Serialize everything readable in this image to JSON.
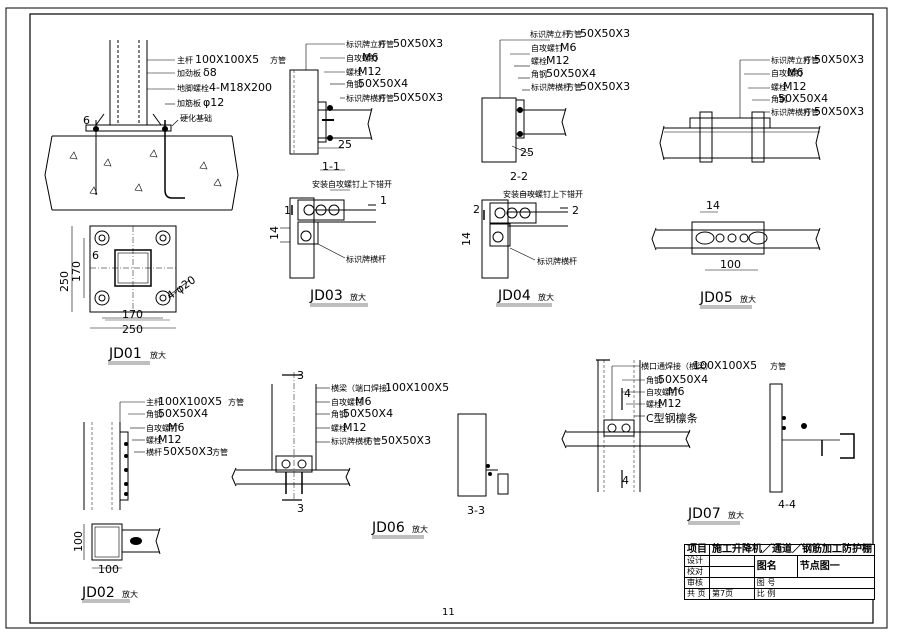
{
  "sheet": {
    "page_number": "11"
  },
  "details": {
    "jd01": {
      "title": "JD01",
      "suffix": "放大",
      "labels": {
        "main_tube": "主杆",
        "main_tube_size": "100X100X5",
        "main_tube_unit": "方管",
        "rib": "加劲板",
        "rib_size": "δ8",
        "anchor": "地脚螺栓",
        "anchor_size": "4-M18X200",
        "bar": "加筋板",
        "bar_size": "φ12",
        "foundation": "硬化基础",
        "weld": "6",
        "dim_250a": "250",
        "dim_170a": "170",
        "dim_170b": "170",
        "dim_250b": "250",
        "hole": "4-φ20",
        "weld2": "6"
      }
    },
    "jd02": {
      "title": "JD02",
      "suffix": "放大",
      "labels": {
        "main_tube": "主杆",
        "main_tube_size": "100X100X5",
        "main_tube_unit": "方管",
        "angle": "角钢",
        "angle_size": "50X50X4",
        "screw": "自攻螺钉",
        "screw_size": "M6",
        "bolt": "螺栓",
        "bolt_size": "M12",
        "beam": "横杆",
        "beam_size": "50X50X3",
        "beam_unit": "方管",
        "dim_100a": "100",
        "dim_100b": "100"
      }
    },
    "jd03": {
      "title": "JD03",
      "suffix": "放大",
      "labels": {
        "l1": "标识牌立杆",
        "l1_size": "50X50X3",
        "l1_unit": "方管",
        "l2": "自攻螺钉",
        "l2_size": "M6",
        "l3": "螺栓",
        "l3_size": "M12",
        "l4": "角钢",
        "l4_size": "50X50X4",
        "l5": "标识牌横杆",
        "l5_size": "50X50X3",
        "l5_unit": "方管",
        "dim_25": "25",
        "section": "1-1",
        "note": "安装自攻螺钉上下错开",
        "cut_left": "1",
        "cut_right": "1",
        "dim_14": "14",
        "cross": "标识牌横杆"
      }
    },
    "jd04": {
      "title": "JD04",
      "suffix": "放大",
      "labels": {
        "l1": "标识牌立杆",
        "l1_size": "50X50X3",
        "l1_unit": "方管",
        "l2": "自攻螺钉",
        "l2_size": "M6",
        "l3": "螺栓",
        "l3_size": "M12",
        "l4": "角钢",
        "l4_size": "50X50X4",
        "l5": "标识牌横杆",
        "l5_size": "50X50X3",
        "l5_unit": "方管",
        "dim_25": "25",
        "section": "2-2",
        "note": "安装自攻螺钉上下错开",
        "cut_left": "2",
        "cut_right": "2",
        "dim_14": "14",
        "cross": "标识牌横杆"
      }
    },
    "jd05": {
      "title": "JD05",
      "suffix": "放大",
      "labels": {
        "l1": "标识牌立杆",
        "l1_size": "50X50X3",
        "l1_unit": "方管",
        "l2": "自攻螺钉",
        "l2_size": "M6",
        "l3": "螺栓",
        "l3_size": "M12",
        "l4": "角钢",
        "l4_size": "50X50X4",
        "l5": "标识牌横杆",
        "l5_size": "50X50X3",
        "l5_unit": "方管",
        "dim_14": "14",
        "dim_100": "100"
      }
    },
    "jd06": {
      "title": "JD06",
      "suffix": "放大",
      "labels": {
        "l1": "横梁（端口焊接）",
        "l1_size": "100X100X5",
        "l2": "自攻螺钉",
        "l2_size": "M6",
        "l3": "角钢",
        "l3_size": "50X50X4",
        "l4": "螺栓",
        "l4_size": "M12",
        "l5": "标识牌横杆",
        "l5_size": "50X50X3",
        "l5_unit": "方管",
        "cut_top": "3",
        "cut_bottom": "3",
        "section": "3-3"
      }
    },
    "jd07": {
      "title": "JD07",
      "suffix": "放大",
      "labels": {
        "l1": "横口通焊接（横梁）",
        "l1_size": "100X100X5",
        "l1_unit": "方管",
        "l2": "角钢",
        "l2_size": "50X50X4",
        "l3": "自攻螺钉",
        "l3_size": "M6",
        "l4": "螺栓",
        "l4_size": "M12",
        "l5": "C型钢檩条",
        "cut_top": "4",
        "cut_bottom": "4",
        "section": "4-4"
      }
    }
  },
  "title_block": {
    "project_label": "项目",
    "project_name": "施工升降机／通道／钢筋加工防护棚",
    "row_design": "设计",
    "row_check": "校对",
    "row_review": "审核",
    "drawing_name_label": "图名",
    "drawing_name": "节点图一",
    "drawing_no_label": "图  号",
    "total_label": "共",
    "page_label": "页",
    "nth_label": "第7页",
    "scale_label": "比  例"
  }
}
